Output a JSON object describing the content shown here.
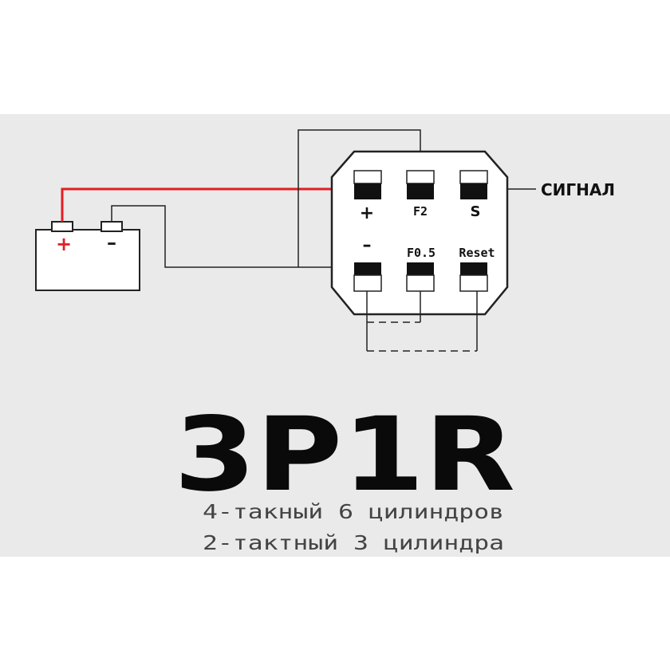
{
  "diagram": {
    "battery": {
      "plus_label": "+",
      "minus_label": "–"
    },
    "connector": {
      "top_labels": [
        "+",
        "F2",
        "S"
      ],
      "bottom_labels": [
        "–",
        "F0.5",
        "Reset"
      ]
    },
    "signal_label": "СИГНАЛ",
    "model": "3P1R",
    "lines": [
      "4-такный 6 цилиндров",
      "2-тактный 3 цилиндра"
    ],
    "colors": {
      "positive_wire": "#e31e24",
      "wire": "#222222",
      "panel_bg": "#eaeaea"
    }
  }
}
